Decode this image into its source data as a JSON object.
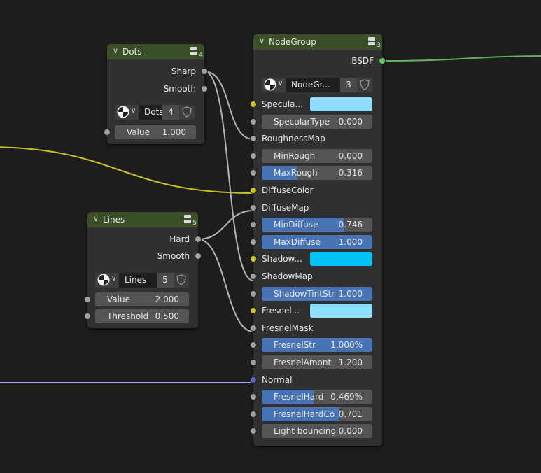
{
  "colors": {
    "canvas": "#1d1d1d",
    "header": "#3a4f27",
    "socket_grey": "#a1a1a1",
    "socket_yellow": "#c7c729",
    "socket_green": "#63c763",
    "socket_purple": "#6363c7",
    "slider_fill": "#4772b3",
    "wire_green": "#5fb35f",
    "wire_yellow": "#c9c12a",
    "wire_purple": "#a6a6e6",
    "wire_grey": "#b4b4b4"
  },
  "nodes": {
    "dots": {
      "title": "Dots",
      "user_count": "4",
      "outputs": [
        "Sharp",
        "Smooth"
      ],
      "datablock": {
        "name": "Dots",
        "users": "4"
      },
      "inputs": [
        {
          "label": "Value",
          "value": "1.000"
        }
      ]
    },
    "lines": {
      "title": "Lines",
      "user_count": "5",
      "outputs": [
        "Hard",
        "Smooth"
      ],
      "datablock": {
        "name": "Lines",
        "users": "5"
      },
      "inputs": [
        {
          "label": "Value",
          "value": "2.000"
        },
        {
          "label": "Threshold",
          "value": "0.500"
        }
      ]
    },
    "nodegroup": {
      "title": "NodeGroup",
      "user_count": "3",
      "outputs": [
        "BSDF"
      ],
      "datablock": {
        "name": "NodeGr...",
        "users": "3"
      },
      "inputs": [
        {
          "type": "color",
          "label": "Specula...",
          "socket": "yellow",
          "color": "#8edcff"
        },
        {
          "type": "value",
          "label": "SpecularType",
          "value": "0.000",
          "fill": 0
        },
        {
          "type": "link",
          "label": "RoughnessMap",
          "socket": "grey"
        },
        {
          "type": "value",
          "label": "MinRough",
          "value": "0.000",
          "fill": 0
        },
        {
          "type": "value",
          "label": "MaxRough",
          "value": "0.316",
          "fill": 0.316
        },
        {
          "type": "link",
          "label": "DiffuseColor",
          "socket": "yellow"
        },
        {
          "type": "link",
          "label": "DiffuseMap",
          "socket": "grey"
        },
        {
          "type": "value",
          "label": "MinDiffuse",
          "value": "0.746",
          "fill": 0.746
        },
        {
          "type": "value",
          "label": "MaxDiffuse",
          "value": "1.000",
          "fill": 1
        },
        {
          "type": "color",
          "label": "Shadow...",
          "socket": "yellow",
          "color": "#00c3f5"
        },
        {
          "type": "link",
          "label": "ShadowMap",
          "socket": "grey"
        },
        {
          "type": "value",
          "label": "ShadowTintStr",
          "value": "1.000",
          "fill": 1
        },
        {
          "type": "color",
          "label": "Fresnel...",
          "socket": "yellow",
          "color": "#8fe0ff"
        },
        {
          "type": "link",
          "label": "FresnelMask",
          "socket": "grey"
        },
        {
          "type": "value",
          "label": "FresnelStr",
          "value": "1.000%",
          "fill": 1
        },
        {
          "type": "value",
          "label": "FresnelAmont",
          "value": "1.200",
          "fill": 0
        },
        {
          "type": "link",
          "label": "Normal",
          "socket": "purple"
        },
        {
          "type": "value",
          "label": "FresnelHard",
          "value": "0.469%",
          "fill": 0.469
        },
        {
          "type": "value",
          "label": "FresnelHardCo",
          "value": "0.701",
          "fill": 0.701
        },
        {
          "type": "value",
          "label": "Light bouncing",
          "value": "0.000",
          "fill": 0
        }
      ]
    }
  }
}
